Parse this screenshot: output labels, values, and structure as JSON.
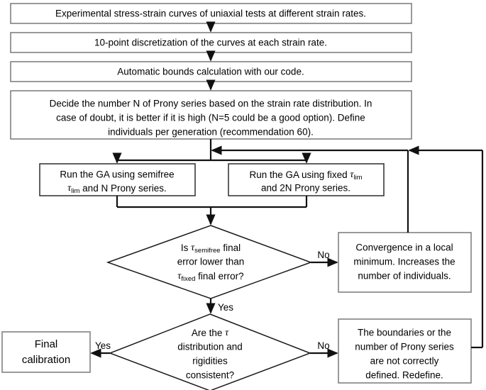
{
  "diagram": {
    "title": "Prony series calibration workflow flowchart",
    "colors": {
      "box_border_gray": "#808080",
      "box_border_dark": "#3a3a3a",
      "connector": "#111111",
      "text": "#000000",
      "background": "#ffffff"
    }
  },
  "nodes": {
    "step1": {
      "type": "process",
      "text": "Experimental stress-strain curves of uniaxial tests at different strain rates."
    },
    "step2": {
      "type": "process",
      "text": "10-point discretization of the curves at each strain rate."
    },
    "step3": {
      "type": "process",
      "text": "Automatic bounds calculation with our code."
    },
    "step4": {
      "type": "process",
      "line1": "Decide the number N of Prony series based on the strain rate distribution. In",
      "line2": "case of doubt, it is better if it is high (N=5 could be a good option). Define",
      "line3": "individuals per generation (recommendation 60)."
    },
    "ga_semifree": {
      "type": "process",
      "line1_a": "Run the GA using semifree",
      "line2_tau": "τ",
      "line2_sub": "lim",
      "line2_b": " and N Prony series."
    },
    "ga_fixed": {
      "type": "process",
      "line1_a": "Run the GA using fixed ",
      "line1_tau": "τ",
      "line1_sub": "lim",
      "line2": "and 2N Prony series."
    },
    "decision1": {
      "type": "decision",
      "line1_a": "Is ",
      "line1_tau": "τ",
      "line1_sub": "semifree",
      "line1_b": " final",
      "line2": "error lower than",
      "line3_tau": "τ",
      "line3_sub": "fixed",
      "line3_b": " final error?"
    },
    "decision2": {
      "type": "decision",
      "line1_a": "Are the ",
      "line1_tau": "τ",
      "line2": "distribution and",
      "line3": "rigidities",
      "line4": "consistent?"
    },
    "convergence": {
      "type": "process",
      "line1": "Convergence in a local",
      "line2": "minimum. Increases the",
      "line3": "number of individuals."
    },
    "boundaries": {
      "type": "process",
      "line1": "The boundaries or the",
      "line2": "number of Prony series",
      "line3": "are not correctly",
      "line4": "defined. Redefine."
    },
    "final": {
      "type": "terminal",
      "line1": "Final",
      "line2": "calibration"
    }
  },
  "edge_labels": {
    "d1_no": "No",
    "d1_yes": "Yes",
    "d2_no": "No",
    "d2_yes": "Yes"
  }
}
